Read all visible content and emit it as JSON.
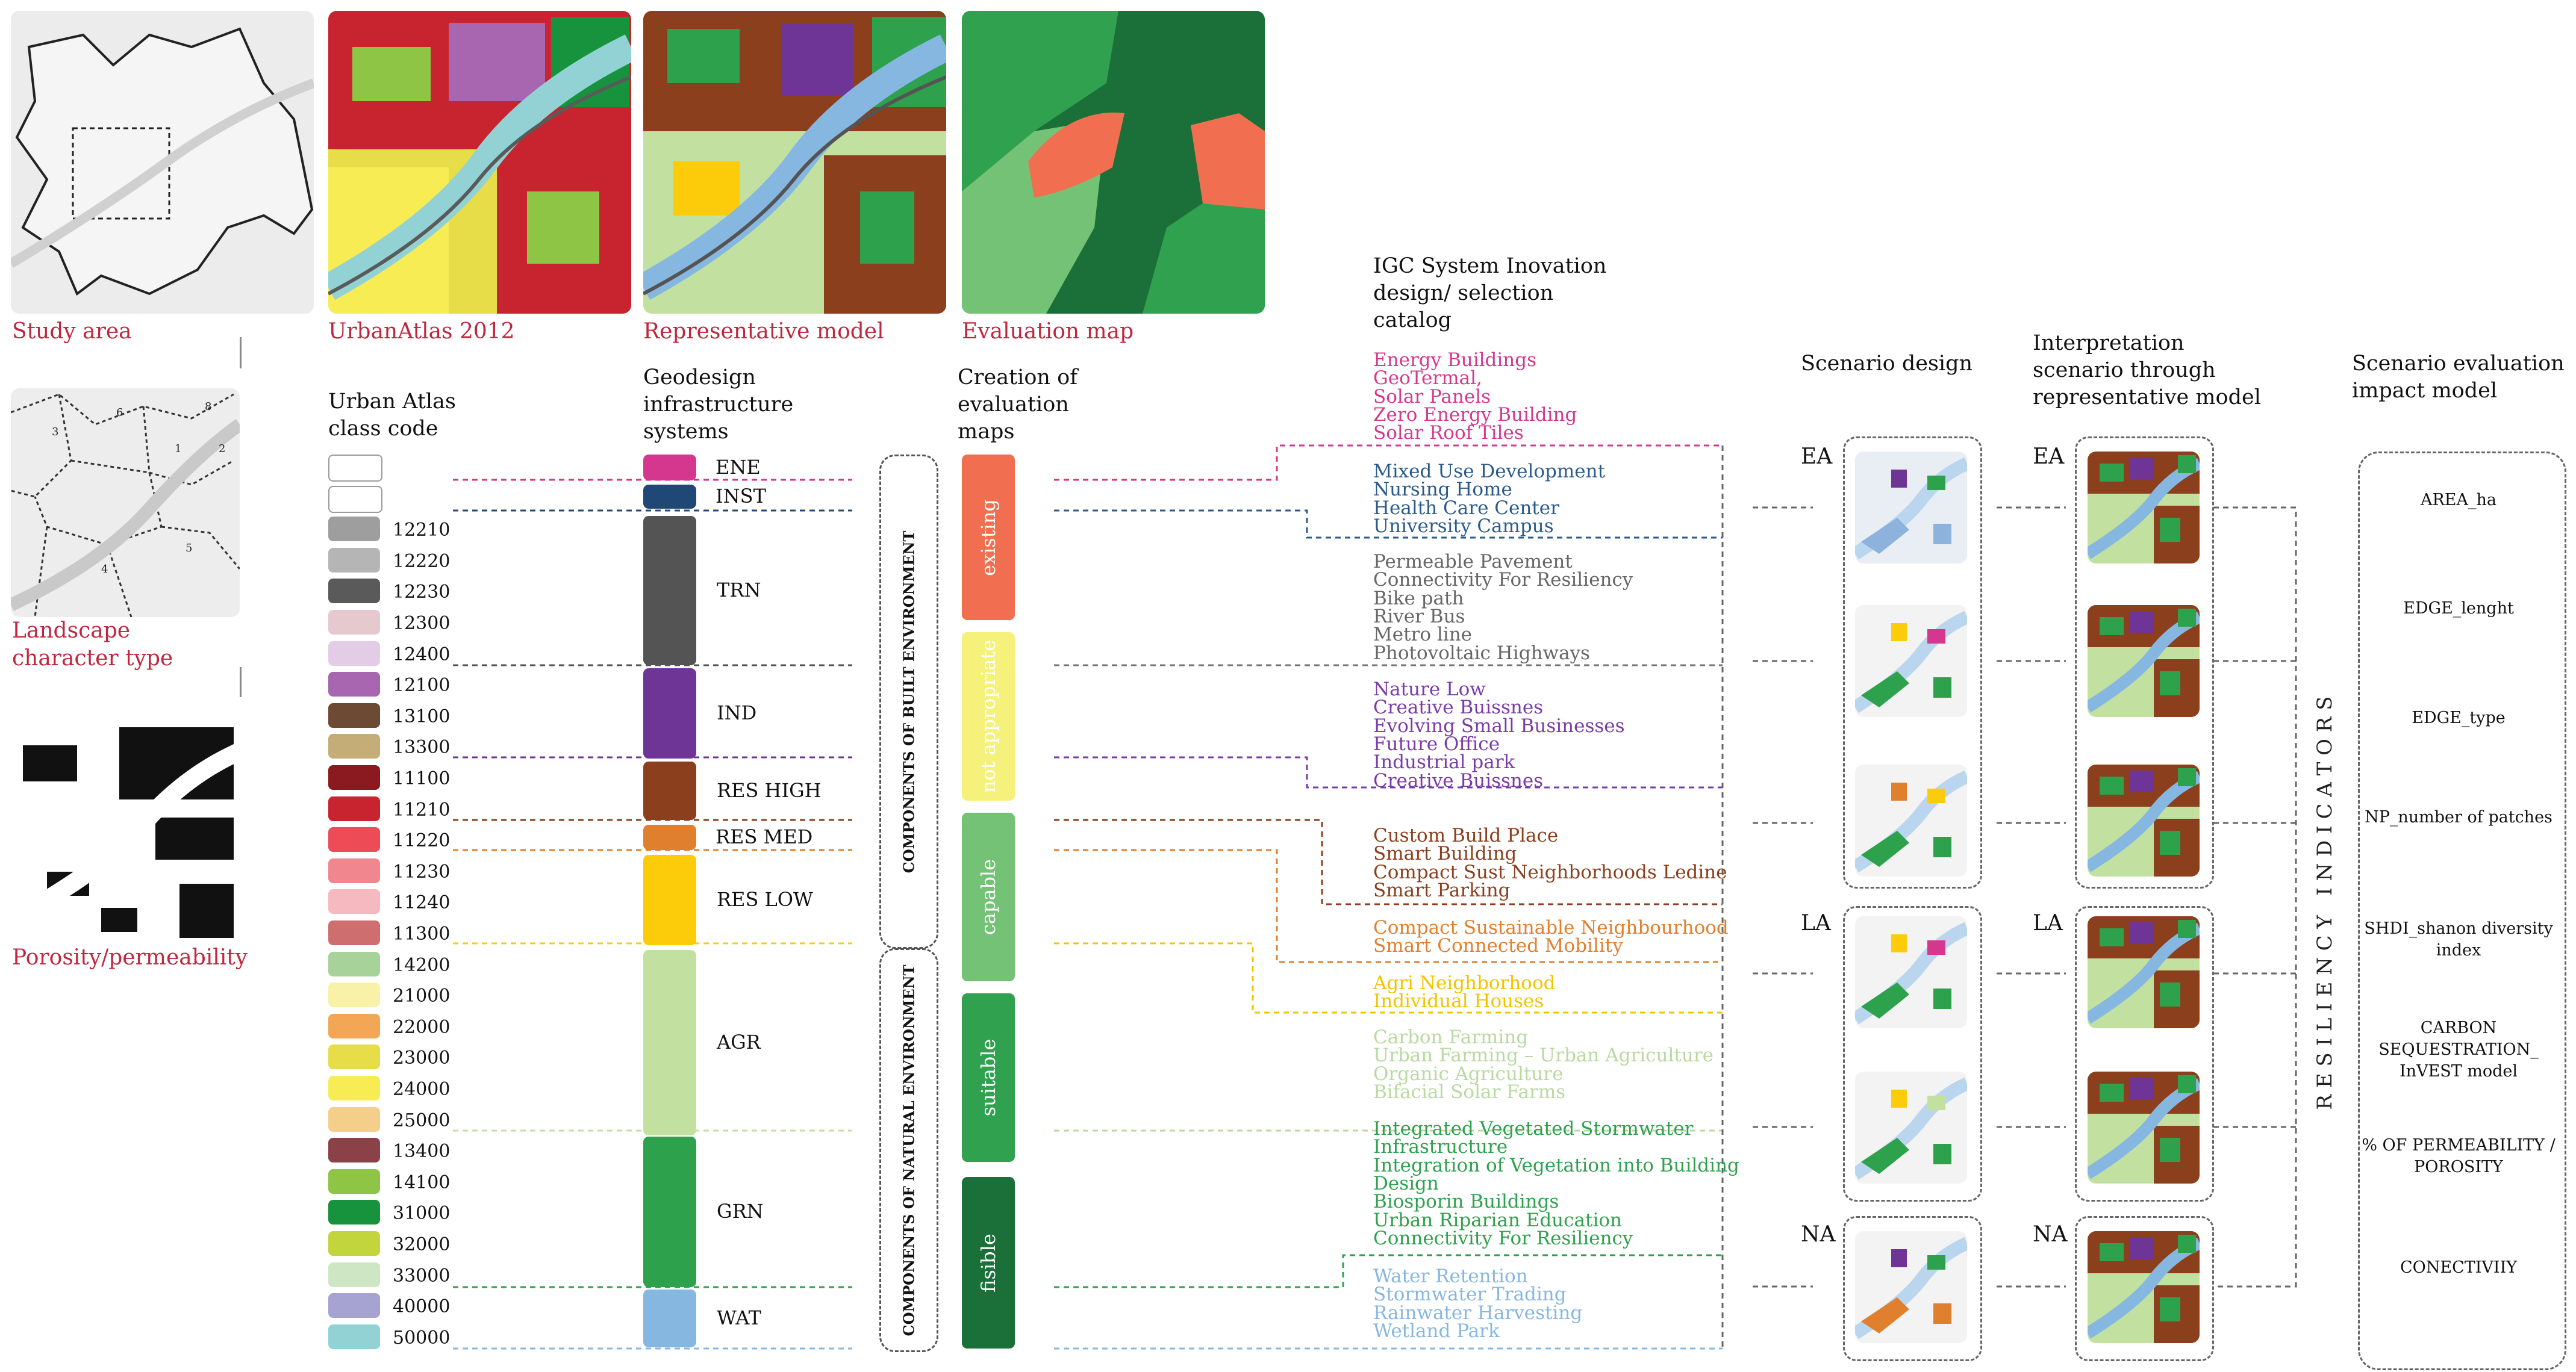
{
  "top_maps": {
    "study_area": "Study area",
    "urban_atlas": "UrbanAtlas 2012",
    "representative": "Representative model",
    "evaluation": "Evaluation map"
  },
  "left": {
    "landscape": "Landscape character type",
    "porosity": "Porosity/permeability",
    "zones": [
      "3",
      "6",
      "8",
      "1",
      "2",
      "5",
      "4"
    ]
  },
  "urban_atlas": {
    "title": "Urban Atlas class code",
    "rows": [
      {
        "code": "",
        "color": "#ffffff"
      },
      {
        "code": "",
        "color": "#ffffff"
      },
      {
        "code": "12210",
        "color": "#9e9e9e"
      },
      {
        "code": "12220",
        "color": "#b5b5b5"
      },
      {
        "code": "12230",
        "color": "#5a5a5a"
      },
      {
        "code": "12300",
        "color": "#e5c9cf"
      },
      {
        "code": "12400",
        "color": "#e3cde6"
      },
      {
        "code": "12100",
        "color": "#a865b0"
      },
      {
        "code": "13100",
        "color": "#6d4a33"
      },
      {
        "code": "13300",
        "color": "#c4ad76"
      },
      {
        "code": "11100",
        "color": "#8a1a1f"
      },
      {
        "code": "11210",
        "color": "#c8242f"
      },
      {
        "code": "11220",
        "color": "#ed4b55"
      },
      {
        "code": "11230",
        "color": "#f0868e"
      },
      {
        "code": "11240",
        "color": "#f6b9bf"
      },
      {
        "code": "11300",
        "color": "#cf6e6e"
      },
      {
        "code": "14200",
        "color": "#a7d39a"
      },
      {
        "code": "21000",
        "color": "#f9f1a7"
      },
      {
        "code": "22000",
        "color": "#f3a656"
      },
      {
        "code": "23000",
        "color": "#e6dd48"
      },
      {
        "code": "24000",
        "color": "#f8ec55"
      },
      {
        "code": "25000",
        "color": "#f4cf8a"
      },
      {
        "code": "13400",
        "color": "#8a4148"
      },
      {
        "code": "14100",
        "color": "#8fc544"
      },
      {
        "code": "31000",
        "color": "#17923d"
      },
      {
        "code": "32000",
        "color": "#c3d53c"
      },
      {
        "code": "33000",
        "color": "#cfe6c4"
      },
      {
        "code": "40000",
        "color": "#a6a2d2"
      },
      {
        "code": "50000",
        "color": "#92d2d4"
      }
    ]
  },
  "geodesign": {
    "title": "Geodesign infrastructure systems",
    "items": [
      {
        "label": "ENE",
        "color": "#d6378e"
      },
      {
        "label": "INST",
        "color": "#1f4876"
      },
      {
        "label": "TRN",
        "color": "#545454"
      },
      {
        "label": "IND",
        "color": "#6e3496"
      },
      {
        "label": "RES HIGH",
        "color": "#8b3f1c"
      },
      {
        "label": "RES MED",
        "color": "#e0802e"
      },
      {
        "label": "RES LOW",
        "color": "#fccc0a"
      },
      {
        "label": "AGR",
        "color": "#c2e1a1"
      },
      {
        "label": "GRN",
        "color": "#2ea14d"
      },
      {
        "label": "WAT",
        "color": "#86b7e1"
      }
    ]
  },
  "components": {
    "built": "COMPONENTS OF BUILT ENVIRONMENT",
    "natural": "COMPONENTS OF NATURAL ENVIRONMENT"
  },
  "evaluation": {
    "title": "Creation of evaluation maps",
    "items": [
      {
        "label": "existing",
        "color": "#f16f50"
      },
      {
        "label": "not appropriate",
        "color": "#f6f17b"
      },
      {
        "label": "capable",
        "color": "#74c276"
      },
      {
        "label": "suitable",
        "color": "#30a24f"
      },
      {
        "label": "fisible",
        "color": "#1a7038"
      }
    ]
  },
  "catalog": {
    "title": "IGC System Inovation design/ selection catalog",
    "groups": [
      {
        "color": "#d6378e",
        "items": [
          "Energy Buildings",
          "GeoTermal,",
          "Solar Panels",
          "Zero Energy Building",
          "Solar Roof Tiles"
        ]
      },
      {
        "color": "#2a5a8c",
        "items": [
          "Mixed Use Development",
          "Nursing Home",
          "Health Care Center",
          "University Campus"
        ]
      },
      {
        "color": "#666666",
        "items": [
          "Permeable Pavement",
          "Connectivity For Resiliency",
          "Bike path",
          "River Bus",
          "Metro line",
          "Photovoltaic Highways"
        ]
      },
      {
        "color": "#7a3aa8",
        "items": [
          "Nature Low",
          "Creative Buissnes",
          "Evolving Small Businesses",
          "Future Office",
          "Industrial park",
          "Creative Buissnes"
        ]
      },
      {
        "color": "#8b3f1c",
        "items": [
          "Custom Build Place",
          "Smart Building",
          "Compact Sust Neighborhoods Ledine",
          "Smart Parking"
        ]
      },
      {
        "color": "#e0802e",
        "items": [
          "Compact Sustainable Neighbourhood",
          "Smart Connected  Mobility"
        ]
      },
      {
        "color": "#f2c400",
        "items": [
          "Agri Neighborhood",
          "Individual Houses"
        ]
      },
      {
        "color": "#b8d9a0",
        "items": [
          "Carbon Farming",
          "Urban Farming – Urban Agriculture",
          "Organic Agriculture",
          "Bifacial Solar Farms"
        ]
      },
      {
        "color": "#2ea14d",
        "items": [
          "Integrated Vegetated Stormwater",
          "Infrastructure",
          "Integration of Vegetation into Building",
          "Design",
          "Biosporin Buildings",
          "Urban Riparian Education",
          "Connectivity For Resiliency"
        ]
      },
      {
        "color": "#86b7e1",
        "items": [
          "Water Retention",
          "Stormwater Trading",
          "Rainwater Harvesting",
          "Wetland Park"
        ]
      }
    ]
  },
  "scenario": {
    "design_title": "Scenario design",
    "interp_title": "Interpretation scenario through representative model",
    "eval_title": "Scenario evaluation impact model",
    "labels": [
      "EA",
      "LA",
      "NA"
    ]
  },
  "resiliency": {
    "title": "R E S I L I E N C Y   I N D I C A T O R S",
    "indicators": [
      "AREA_ha",
      "EDGE_lenght",
      "EDGE_type",
      "NP_number of patches",
      "SHDI_shanon diversity index",
      "CARBON SEQUESTRATION_ InVEST model",
      "% OF PERMEABILITY / POROSITY",
      "CONECTIVIIY"
    ]
  }
}
